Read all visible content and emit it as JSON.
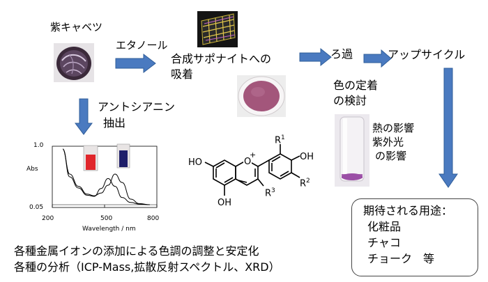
{
  "labels": {
    "purple_cabbage": "紫キャベツ",
    "ethanol": "エタノール",
    "adsorption_line1": "合成サポナイトへの",
    "adsorption_line2": "吸着",
    "filtration": "ろ過",
    "upcycle": "アップサイクル",
    "anthocyanin_line1": "アントシアニン",
    "anthocyanin_line2": "抽出",
    "fixation_line1": "色の定着",
    "fixation_line2": "の検討",
    "heat_effect": "熱の影響",
    "uv_line1": "紫外光",
    "uv_line2": "の影響",
    "bottom_line1": "各種金属イオンの添加による色調の調整と安定化",
    "bottom_line2": "各種の分析（ICP-Mass,拡散反射スペクトル、XRD）"
  },
  "uses": {
    "title": "期待される用途：",
    "items": [
      "化粧品",
      "チャコ",
      "チョーク　等"
    ]
  },
  "chart_data": {
    "type": "line",
    "xlabel": "Wavelength / nm",
    "ylabel": "Abs",
    "xlim": [
      200,
      800
    ],
    "xticks": [
      "200",
      "500",
      "800"
    ],
    "yticks": [
      "1.0",
      "0.05"
    ],
    "series": [
      {
        "x": [
          260,
          300,
          350,
          400,
          440,
          480,
          520,
          560,
          600,
          650,
          700,
          760
        ],
        "y": [
          1.05,
          0.55,
          0.35,
          0.22,
          0.2,
          0.34,
          0.52,
          0.38,
          0.18,
          0.09,
          0.06,
          0.05
        ]
      },
      {
        "x": [
          260,
          300,
          350,
          400,
          440,
          480,
          520,
          560,
          600,
          650,
          700,
          760
        ],
        "y": [
          1.05,
          0.6,
          0.38,
          0.24,
          0.21,
          0.26,
          0.4,
          0.6,
          0.45,
          0.15,
          0.07,
          0.05
        ]
      }
    ]
  },
  "structure": {
    "ho1": "HO",
    "oplus": "O",
    "plus": "+",
    "oh_bottom": "OH",
    "r1": "R",
    "r1_sup": "1",
    "oh_right": "OH",
    "r2": "R",
    "r2_sup": "2",
    "r3": "R",
    "r3_sup": "3"
  },
  "colors": {
    "arrow_fill": "#4a7ac0",
    "arrow_stroke": "#2f5d99",
    "solution_red": "#e0262b",
    "solution_navy": "#1f1f6a",
    "pigment_purple": "#a3567b",
    "vial_purple": "#9b4fa6"
  }
}
